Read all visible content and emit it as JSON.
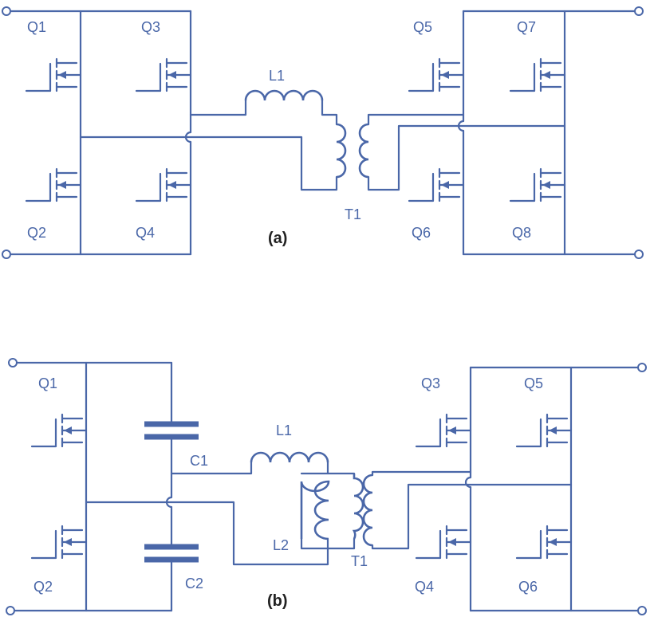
{
  "colors": {
    "wire": "#4a67a8",
    "caption": "#222222",
    "background": "#ffffff"
  },
  "a": {
    "caption": "(a)",
    "q1": "Q1",
    "q2": "Q2",
    "q3": "Q3",
    "q4": "Q4",
    "q5": "Q5",
    "q6": "Q6",
    "q7": "Q7",
    "q8": "Q8",
    "l1": "L1",
    "t1": "T1"
  },
  "b": {
    "caption": "(b)",
    "q1": "Q1",
    "q2": "Q2",
    "q3": "Q3",
    "q4": "Q4",
    "q5": "Q5",
    "q6": "Q6",
    "c1": "C1",
    "c2": "C2",
    "l1": "L1",
    "l2": "L2",
    "t1": "T1"
  }
}
